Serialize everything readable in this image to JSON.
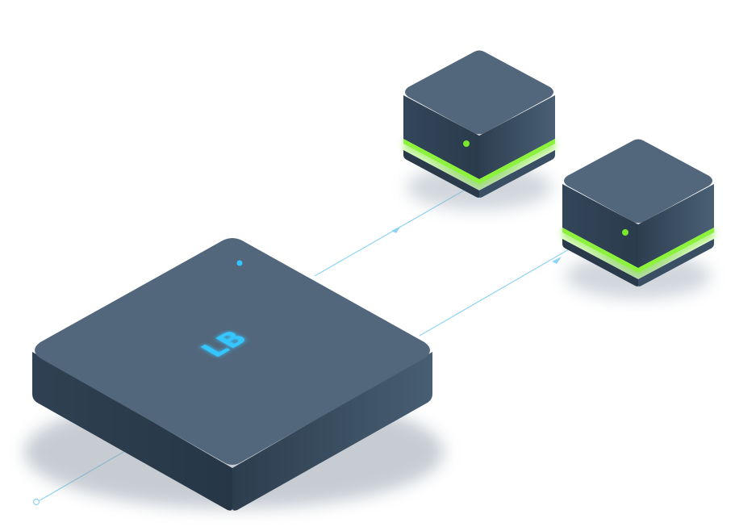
{
  "diagram": {
    "kind": "isometric-network",
    "load_balancer": {
      "label": "LB",
      "label_color": "#35c6ff",
      "indicator_color": "#35c6ff"
    },
    "servers": [
      {
        "status_color": "#7ae82a"
      },
      {
        "status_color": "#7ae82a"
      }
    ],
    "colors": {
      "device_top": "#4f6478",
      "device_side_left": "#344658",
      "device_side_right": "#3c5165",
      "device_base": "#2c3c4c",
      "connection": "#8fd3f4",
      "glow": "#7ae82a"
    },
    "connections": [
      {
        "from": "client",
        "to": "load-balancer"
      },
      {
        "from": "load-balancer",
        "to": "server-1"
      },
      {
        "from": "load-balancer",
        "to": "server-2"
      }
    ]
  }
}
